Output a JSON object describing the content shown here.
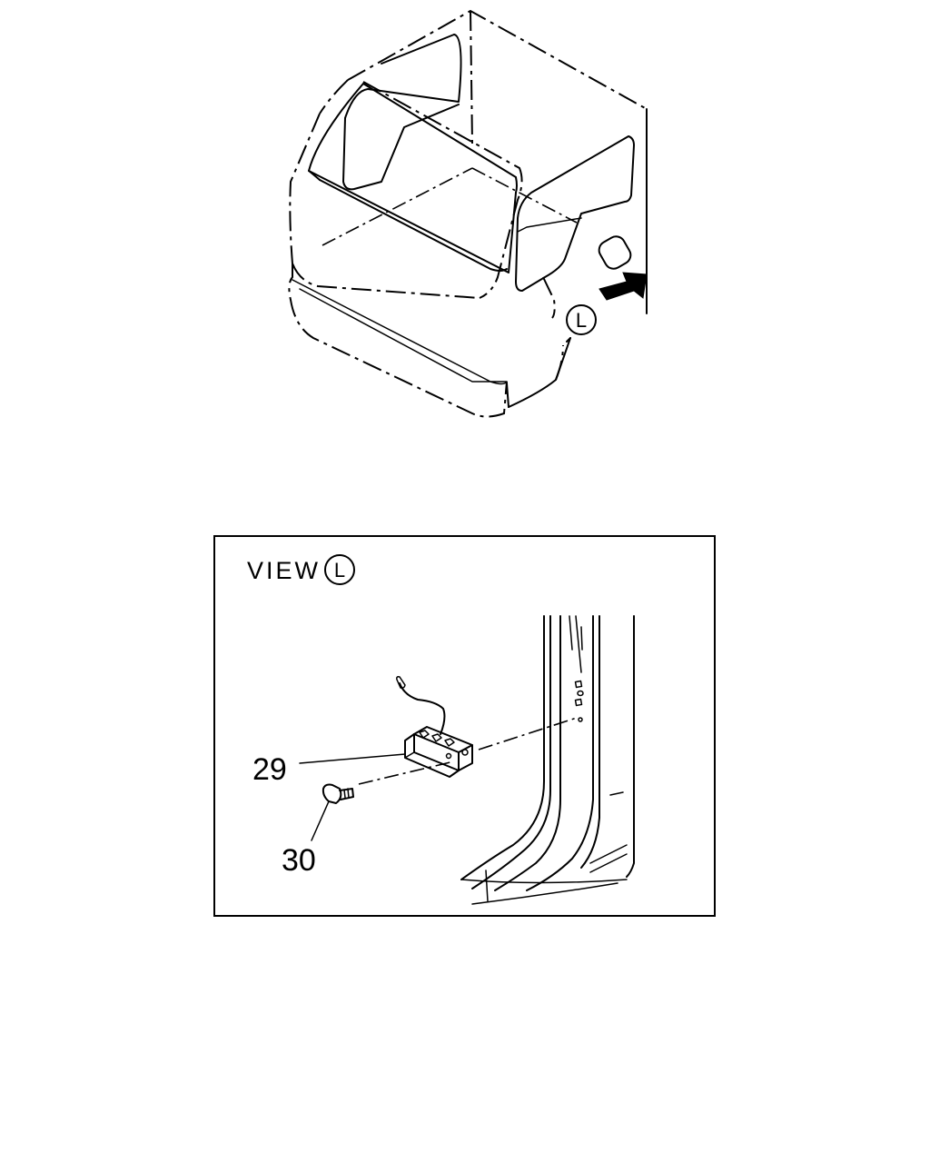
{
  "overview": {
    "view_marker": "L"
  },
  "detail_view": {
    "title": "VIEW",
    "marker": "L"
  },
  "callouts": [
    {
      "number": "29",
      "part": "bracket-with-harness"
    },
    {
      "number": "30",
      "part": "bolt"
    }
  ]
}
